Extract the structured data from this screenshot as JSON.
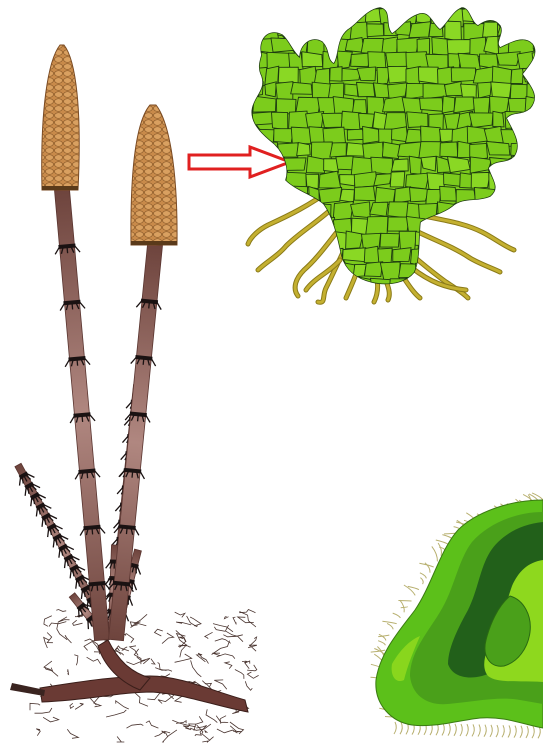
{
  "colors": {
    "background": "#ffffff",
    "stem": "#8a5a52",
    "stem_dark": "#5a3530",
    "stem_light": "#b38a82",
    "node_black": "#1a1212",
    "cone": "#c88a4a",
    "cone_dark": "#8a5a2a",
    "rhizome": "#6a3a34",
    "root": "#4a3530",
    "arrow": "#e02020",
    "prothallus": "#7ccc1c",
    "prothallus_outline": "#1d3a10",
    "rhizoid": "#c4b030",
    "rhizoid_dark": "#8a7a18",
    "embryo_light": "#8ed81e",
    "embryo_mid": "#4aa01a",
    "embryo_dark": "#22601a",
    "embryo_hair": "#b8b070"
  },
  "figure": {
    "elements": [
      {
        "name": "horsetail-sporophyte-plant",
        "icon": "equisetum-plant"
      },
      {
        "name": "strobilus-cone-left",
        "icon": "spore-cone"
      },
      {
        "name": "strobilus-cone-right",
        "icon": "spore-cone"
      },
      {
        "name": "indicator-arrow",
        "icon": "arrow-right"
      },
      {
        "name": "prothallus-gametophyte",
        "icon": "green-thallus"
      },
      {
        "name": "young-sporophyte-embryo",
        "icon": "green-embryo"
      }
    ]
  }
}
